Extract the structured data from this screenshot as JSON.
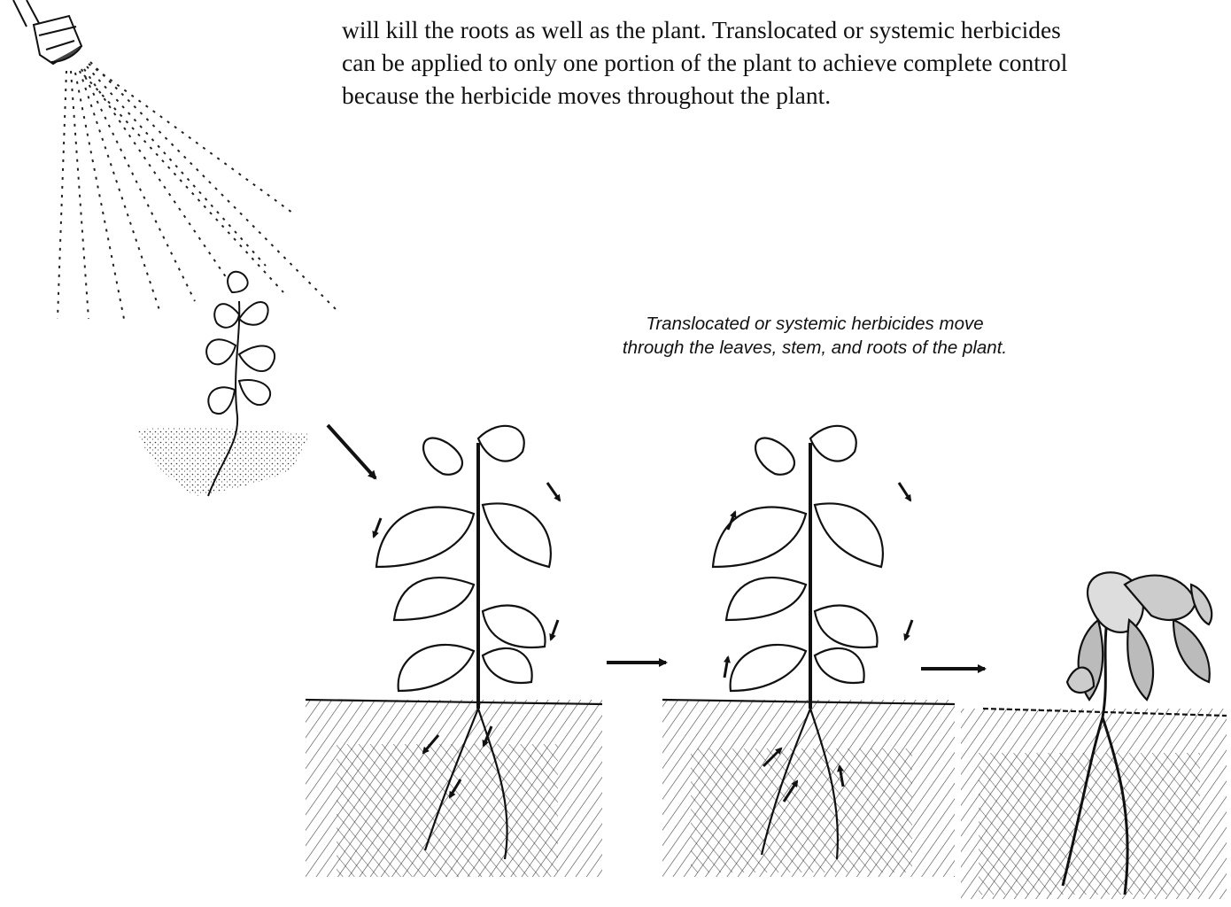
{
  "body_text": {
    "lines": [
      "will kill the roots as well as the plant. Translocated or systemic herbicides",
      "can be applied to only one portion of the plant to achieve complete control",
      "because the herbicide moves throughout the plant."
    ]
  },
  "caption": {
    "lines": [
      "Translocated or systemic herbicides move",
      "through the leaves, stem, and roots of the plant."
    ]
  },
  "colors": {
    "ink": "#111111",
    "background": "#ffffff"
  },
  "icons": [
    "sprayer-nozzle-icon",
    "spray-mist",
    "plant-sprayed",
    "plant-herbicide-moving-down",
    "plant-herbicide-moving-up",
    "plant-dead"
  ]
}
